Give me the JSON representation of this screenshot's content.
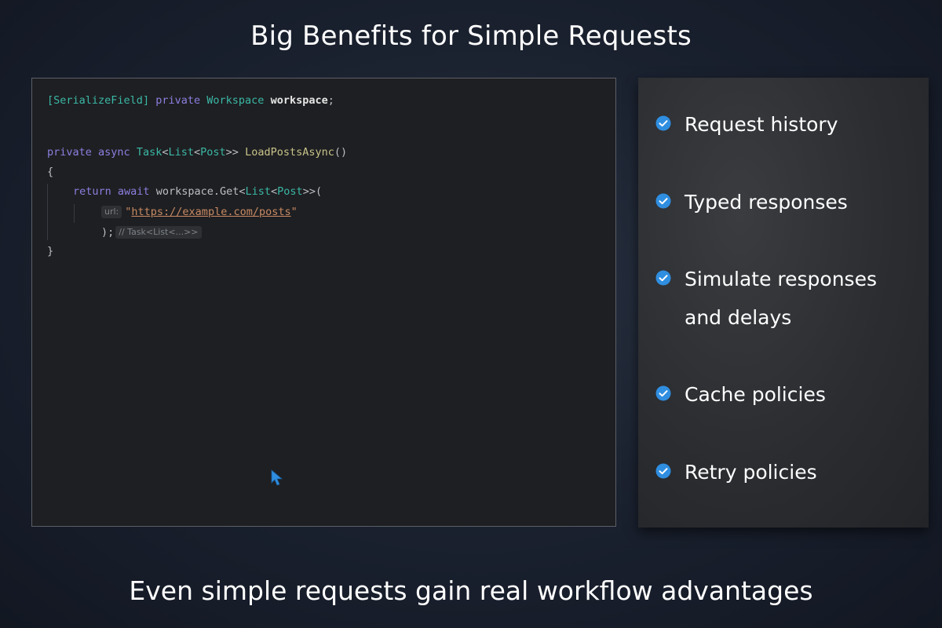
{
  "slide": {
    "title": "Big Benefits for Simple Requests",
    "caption": "Even simple requests gain real workflow advantages"
  },
  "code": {
    "line1": {
      "attr_open": "[",
      "attr_name": "SerializeField",
      "attr_close": "]",
      "kw_private": "private",
      "type": "Workspace",
      "field": "workspace",
      "end": ";"
    },
    "line2": {
      "kw_private": "private",
      "kw_async": "async",
      "type_task": "Task",
      "lt1": "<",
      "type_list": "List",
      "lt2": "<",
      "type_post": "Post",
      "gt": ">>",
      "method": "LoadPostsAsync",
      "parens": "()"
    },
    "open_brace": "{",
    "line3": {
      "kw_return": "return",
      "kw_await": "await",
      "call": "workspace.Get",
      "lt1": "<",
      "type_list": "List",
      "lt2": "<",
      "type_post": "Post",
      "tail": ">>("
    },
    "line4": {
      "hint": "url:",
      "quote_open": "\"",
      "url": "https://example.com/posts",
      "quote_close": "\""
    },
    "line5": {
      "text": ");",
      "hint": "// Task<List<...>>"
    },
    "close_brace": "}"
  },
  "benefits": {
    "items": [
      {
        "label_line1": "Request history",
        "label_line2": ""
      },
      {
        "label_line1": "Typed responses",
        "label_line2": ""
      },
      {
        "label_line1": "Simulate responses",
        "label_line2": "and delays"
      },
      {
        "label_line1": "Cache policies",
        "label_line2": ""
      },
      {
        "label_line1": "Retry policies",
        "label_line2": ""
      }
    ],
    "check_icon": "check-circle-icon",
    "check_color": "#2f8ee0"
  },
  "colors": {
    "background": "#1b2230",
    "code_background": "#1e1f22",
    "keyword": "#8b7fe0",
    "type": "#3ab8a6",
    "string": "#c98a63",
    "method": "#c8c38a"
  }
}
